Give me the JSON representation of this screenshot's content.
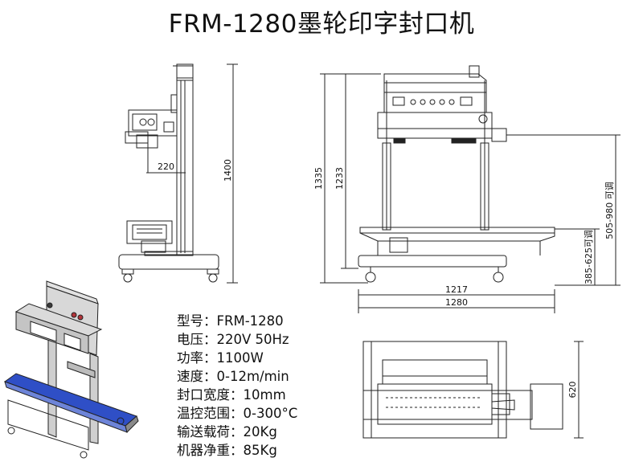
{
  "title": "FRM-1280墨轮印字封口机",
  "dimensions": {
    "side_arm_reach": "220",
    "side_height": "1400",
    "front_height_total": "1335",
    "front_height_table": "1233",
    "front_width_inner": "1217",
    "front_width_total": "1280",
    "front_range_upper": "505-980 可调",
    "front_range_lower": "385-625可调",
    "top_depth": "620"
  },
  "specs": [
    {
      "label": "型号：",
      "value": "FRM-1280"
    },
    {
      "label": "电压：",
      "value": "220V 50Hz"
    },
    {
      "label": "功率：",
      "value": "1100W"
    },
    {
      "label": "速度：",
      "value": "0-12m/min"
    },
    {
      "label": "封口宽度：",
      "value": "10mm"
    },
    {
      "label": "温控范围：",
      "value": "0-300°C"
    },
    {
      "label": "输送载荷：",
      "value": "20Kg"
    },
    {
      "label": "机器净重：",
      "value": "85Kg"
    }
  ],
  "colors": {
    "line": "#222222",
    "belt": "#2f4fc6",
    "steel": "#c9c9c9"
  }
}
